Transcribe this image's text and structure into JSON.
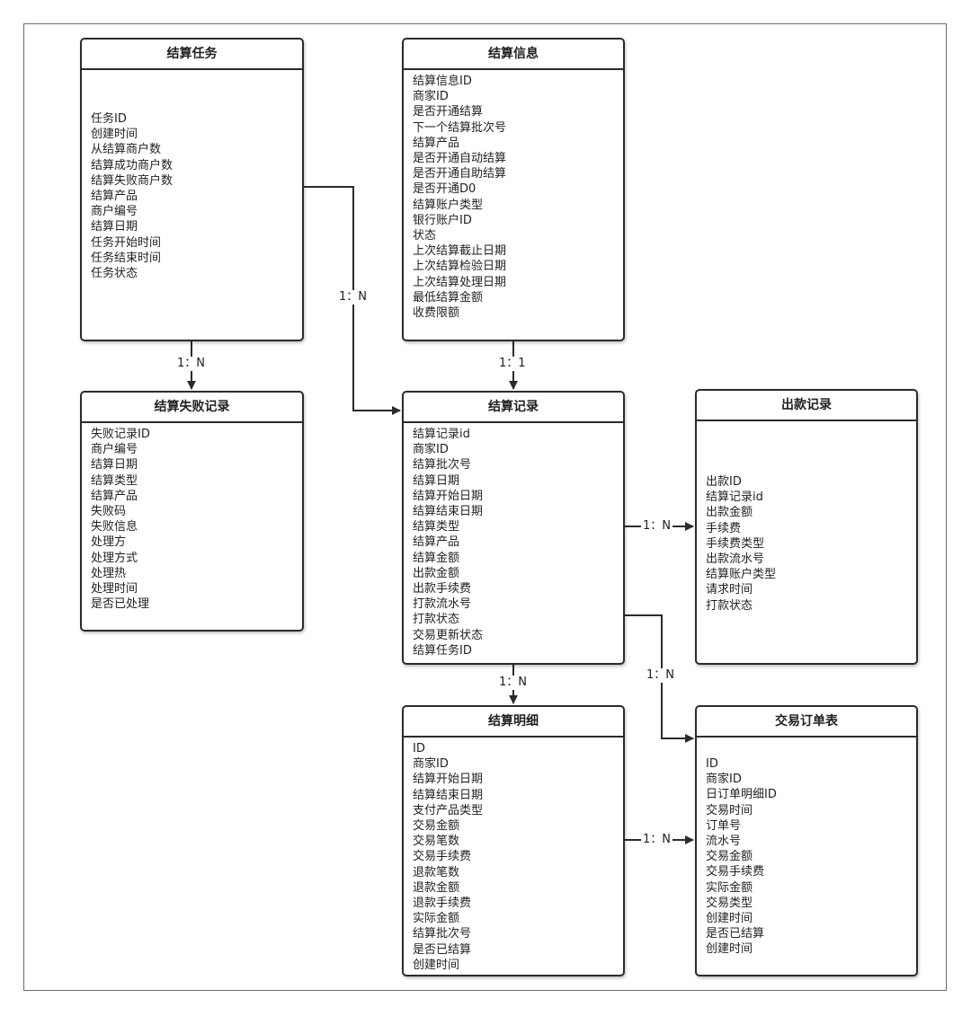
{
  "entities": [
    {
      "title": "结算任务",
      "fields": [
        "任务ID",
        "创建时间",
        "从结算商户数",
        "结算成功商户数",
        "结算失败商户数",
        "结算产品",
        "商户编号",
        "结算日期",
        "任务开始时间",
        "任务结束时间",
        "任务状态"
      ]
    },
    {
      "title": "结算信息",
      "fields": [
        "结算信息ID",
        "商家ID",
        "是否开通结算",
        "下一个结算批次号",
        "结算产品",
        "是否开通自动结算",
        "是否开通自助结算",
        "是否开通D0",
        "结算账户类型",
        "银行账户ID",
        "状态",
        "上次结算截止日期",
        "上次结算检验日期",
        "上次结算处理日期",
        "最低结算金额",
        "收费限额"
      ]
    },
    {
      "title": "结算失败记录",
      "fields": [
        "失败记录ID",
        "商户编号",
        "结算日期",
        "结算类型",
        "结算产品",
        "失败码",
        "失败信息",
        "处理方",
        "处理方式",
        "处理热",
        "处理时间",
        "是否已处理"
      ]
    },
    {
      "title": "结算记录",
      "fields": [
        "结算记录id",
        "商家ID",
        "结算批次号",
        "结算日期",
        "结算开始日期",
        "结算结束日期",
        "结算类型",
        "结算产品",
        "结算金额",
        "出款金额",
        "出款手续费",
        "打款流水号",
        "打款状态",
        "交易更新状态",
        "结算任务ID"
      ]
    },
    {
      "title": "出款记录",
      "fields": [
        "出款ID",
        "结算记录id",
        "出款金额",
        "手续费",
        "手续费类型",
        "出款流水号",
        "结算账户类型",
        "请求时间",
        "打款状态"
      ]
    },
    {
      "title": "结算明细",
      "fields": [
        "ID",
        "商家ID",
        "结算开始日期",
        "结算结束日期",
        "支付产品类型",
        "交易金额",
        "交易笔数",
        "交易手续费",
        "退款笔数",
        "退款金额",
        "退款手续费",
        "实际金额",
        "结算批次号",
        "是否已结算",
        "创建时间"
      ]
    },
    {
      "title": "交易订单表",
      "fields": [
        "ID",
        "商家ID",
        "日订单明细ID",
        "交易时间",
        "订单号",
        "流水号",
        "交易金额",
        "交易手续费",
        "实际金额",
        "交易类型",
        "创建时间",
        "是否已结算",
        "创建时间"
      ]
    }
  ],
  "relations": [
    {
      "from": "结算任务",
      "to": "结算失败记录",
      "label": "1：N"
    },
    {
      "from": "结算任务",
      "to": "结算记录",
      "label": "1：N"
    },
    {
      "from": "结算信息",
      "to": "结算记录",
      "label": "1：1"
    },
    {
      "from": "结算记录",
      "to": "出款记录",
      "label": "1：N"
    },
    {
      "from": "结算记录",
      "to": "结算明细",
      "label": "1：N"
    },
    {
      "from": "结算记录",
      "to": "交易订单表",
      "label": "1：N"
    },
    {
      "from": "结算明细",
      "to": "交易订单表",
      "label": "1：N"
    }
  ]
}
